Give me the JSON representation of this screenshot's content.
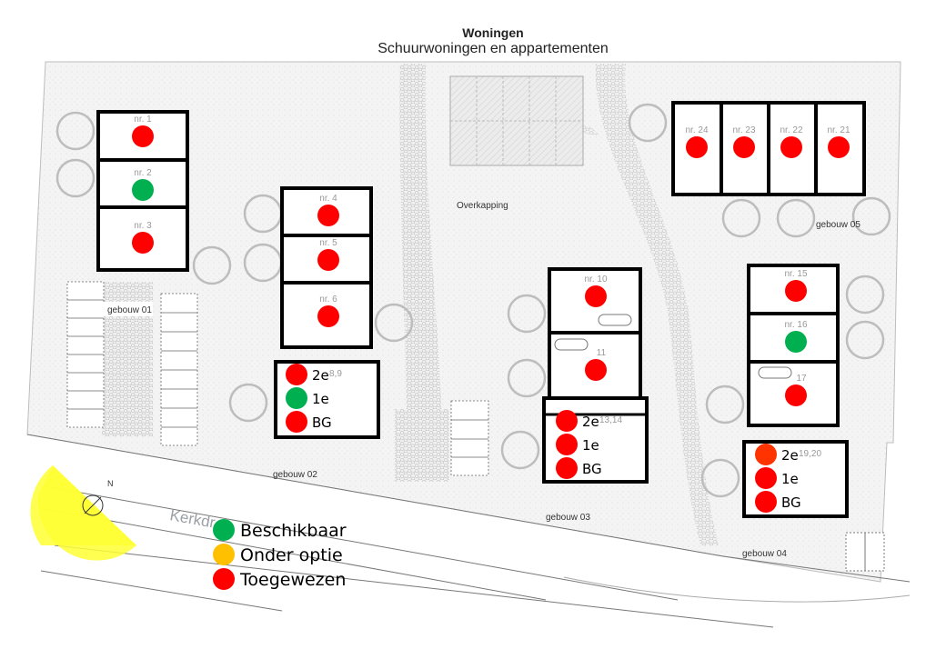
{
  "header": {
    "title": "Woningen",
    "subtitle": "Schuurwoningen en appartementen"
  },
  "colors": {
    "available": "#00b050",
    "option": "#ffc000",
    "assigned": "#ff0000",
    "assigned_orange": "#ff3300"
  },
  "legend": [
    {
      "status": "available",
      "label": "Beschikbaar"
    },
    {
      "status": "option",
      "label": "Onder optie"
    },
    {
      "status": "assigned",
      "label": "Toegewezen"
    }
  ],
  "labels": {
    "overkapping": "Overkapping",
    "street": "Kerkdr",
    "north": "N",
    "gebouw01": "gebouw 01",
    "gebouw02": "gebouw 02",
    "gebouw03": "gebouw 03",
    "gebouw04": "gebouw 04",
    "gebouw05": "gebouw 05"
  },
  "units": [
    {
      "label": "nr. 1",
      "status": "assigned"
    },
    {
      "label": "nr. 2",
      "status": "available"
    },
    {
      "label": "nr. 3",
      "status": "assigned"
    },
    {
      "label": "nr. 4",
      "status": "assigned"
    },
    {
      "label": "nr. 5",
      "status": "assigned"
    },
    {
      "label": "nr. 6",
      "status": "assigned"
    },
    {
      "label": "nr. 10",
      "status": "assigned"
    },
    {
      "label": "11",
      "status": "assigned"
    },
    {
      "label": "nr. 15",
      "status": "assigned"
    },
    {
      "label": "nr. 16",
      "status": "available"
    },
    {
      "label": "17",
      "status": "assigned"
    },
    {
      "label": "nr. 24",
      "status": "assigned"
    },
    {
      "label": "nr. 23",
      "status": "assigned"
    },
    {
      "label": "nr. 22",
      "status": "assigned"
    },
    {
      "label": "nr. 21",
      "status": "assigned"
    }
  ],
  "apartments": [
    {
      "block": "8,9",
      "floors": [
        {
          "label": "2e",
          "status": "assigned"
        },
        {
          "label": "1e",
          "status": "available"
        },
        {
          "label": "BG",
          "status": "assigned"
        }
      ]
    },
    {
      "block": "13,14",
      "floors": [
        {
          "label": "2e",
          "status": "assigned"
        },
        {
          "label": "1e",
          "status": "assigned"
        },
        {
          "label": "BG",
          "status": "assigned"
        }
      ]
    },
    {
      "block": "19,20",
      "floors": [
        {
          "label": "2e",
          "status": "assigned_orange"
        },
        {
          "label": "1e",
          "status": "assigned"
        },
        {
          "label": "BG",
          "status": "assigned"
        }
      ]
    }
  ]
}
